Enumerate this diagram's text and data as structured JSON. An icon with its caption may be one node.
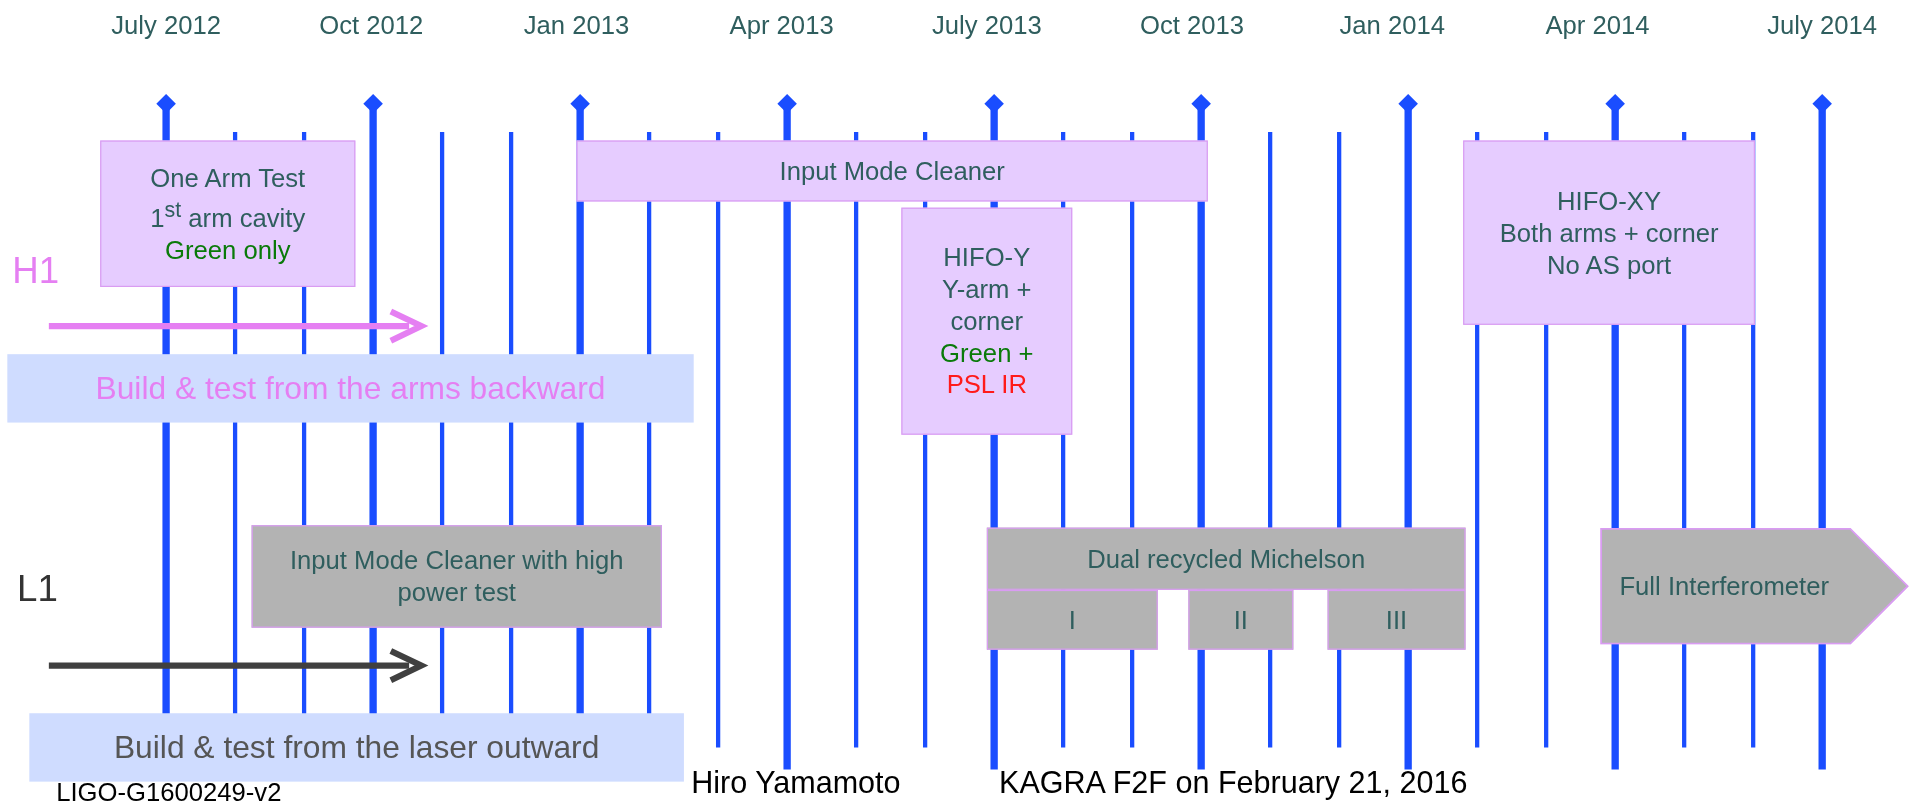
{
  "diagram": {
    "nodes": [
      {
        "text": [
          "One Arm Test",
          "1$^{st}$ arm cavity",
          "Green only"
        ]
      },
      {
        "text": [
          "Build & test from the arms backward"
        ]
      },
      {
        "text": [
          "Input Mode Cleaner"
        ]
      },
      {
        "text": [
          "HIFO-Y",
          "Y-arm + corner",
          "Green +",
          "PSL IR"
        ]
      },
      {
        "text": [
          "HIFO-XY",
          "Both arms + corner",
          "No AS port"
        ]
      },
      {
        "text": [
          "Input Mode Cleaner with high power test"
        ]
      },
      {
        "text": [
          "Dual recycled Michelson"
        ]
      },
      {
        "text": [
          "I"
        ]
      },
      {
        "text": [
          "II"
        ]
      },
      {
        "text": [
          "III"
        ]
      },
      {
        "text": [
          "Full Interferometer"
        ]
      },
      {
        "text": [
          "Build & test from the laser outward"
        ]
      }
    ],
    "labels": [
      "July 2012",
      "Oct 2012",
      "Jan 2013",
      "Apr 2013",
      "July 2013",
      "Oct 2013",
      "Jan 2014",
      "Apr 2014",
      "July 2014",
      "H1",
      "L1",
      "LIGO-G1600249-v2",
      "Hiro Yamamoto",
      "KAGRA F2F on February 21, 2016"
    ]
  }
}
